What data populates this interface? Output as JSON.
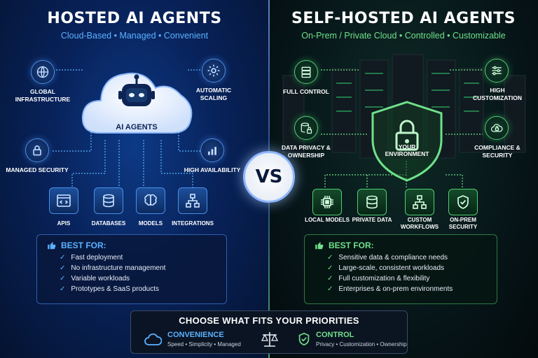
{
  "hosted": {
    "title": "HOSTED AI AGENTS",
    "subtitle": "Cloud-Based • Managed • Convenient",
    "cloud_label": "AI AGENTS",
    "features": [
      {
        "label": "GLOBAL INFRASTRUCTURE",
        "icon": "globe-icon"
      },
      {
        "label": "AUTOMATIC SCALING",
        "icon": "gear-icon"
      },
      {
        "label": "MANAGED SECURITY",
        "icon": "lock-icon"
      },
      {
        "label": "HIGH AVAILABILITY",
        "icon": "bar-chart-icon"
      }
    ],
    "services": [
      {
        "label": "APIs",
        "icon": "code-window-icon"
      },
      {
        "label": "DATABASES",
        "icon": "database-icon"
      },
      {
        "label": "MODELS",
        "icon": "brain-icon"
      },
      {
        "label": "INTEGRATIONS",
        "icon": "network-icon"
      }
    ],
    "best_for_label": "BEST FOR:",
    "best_for": [
      "Fast deployment",
      "No infrastructure management",
      "Variable workloads",
      "Prototypes & SaaS products"
    ],
    "accent": "#5ab2ff"
  },
  "self_hosted": {
    "title": "SELF-HOSTED AI AGENTS",
    "subtitle": "On-Prem / Private Cloud • Controlled • Customizable",
    "shield_label": "YOUR ENVIRONMENT",
    "features": [
      {
        "label": "FULL CONTROL",
        "icon": "server-icon"
      },
      {
        "label": "HIGH CUSTOMIZATION",
        "icon": "sliders-icon"
      },
      {
        "label": "DATA PRIVACY & OWNERSHIP",
        "icon": "database-lock-icon"
      },
      {
        "label": "COMPLIANCE & SECURITY",
        "icon": "cloud-lock-icon"
      }
    ],
    "services": [
      {
        "label": "LOCAL MODELS",
        "icon": "chip-icon"
      },
      {
        "label": "PRIVATE DATA",
        "icon": "database-icon"
      },
      {
        "label": "CUSTOM WORKFLOWS",
        "icon": "workflow-icon"
      },
      {
        "label": "ON-PREM SECURITY",
        "icon": "shield-check-icon"
      }
    ],
    "best_for_label": "BEST FOR:",
    "best_for": [
      "Sensitive data & compliance needs",
      "Large-scale, consistent workloads",
      "Full customization & flexibility",
      "Enterprises & on-prem environments"
    ],
    "accent": "#6fe08a"
  },
  "vs_label": "VS",
  "bottom": {
    "title": "CHOOSE WHAT FITS YOUR PRIORITIES",
    "left": {
      "title": "CONVENIENCE",
      "subtitle": "Speed • Simplicity • Managed",
      "icon": "cloud-icon"
    },
    "center_icon": "scales-icon",
    "right": {
      "title": "CONTROL",
      "subtitle": "Privacy • Customization • Ownership",
      "icon": "shield-check-icon"
    }
  }
}
